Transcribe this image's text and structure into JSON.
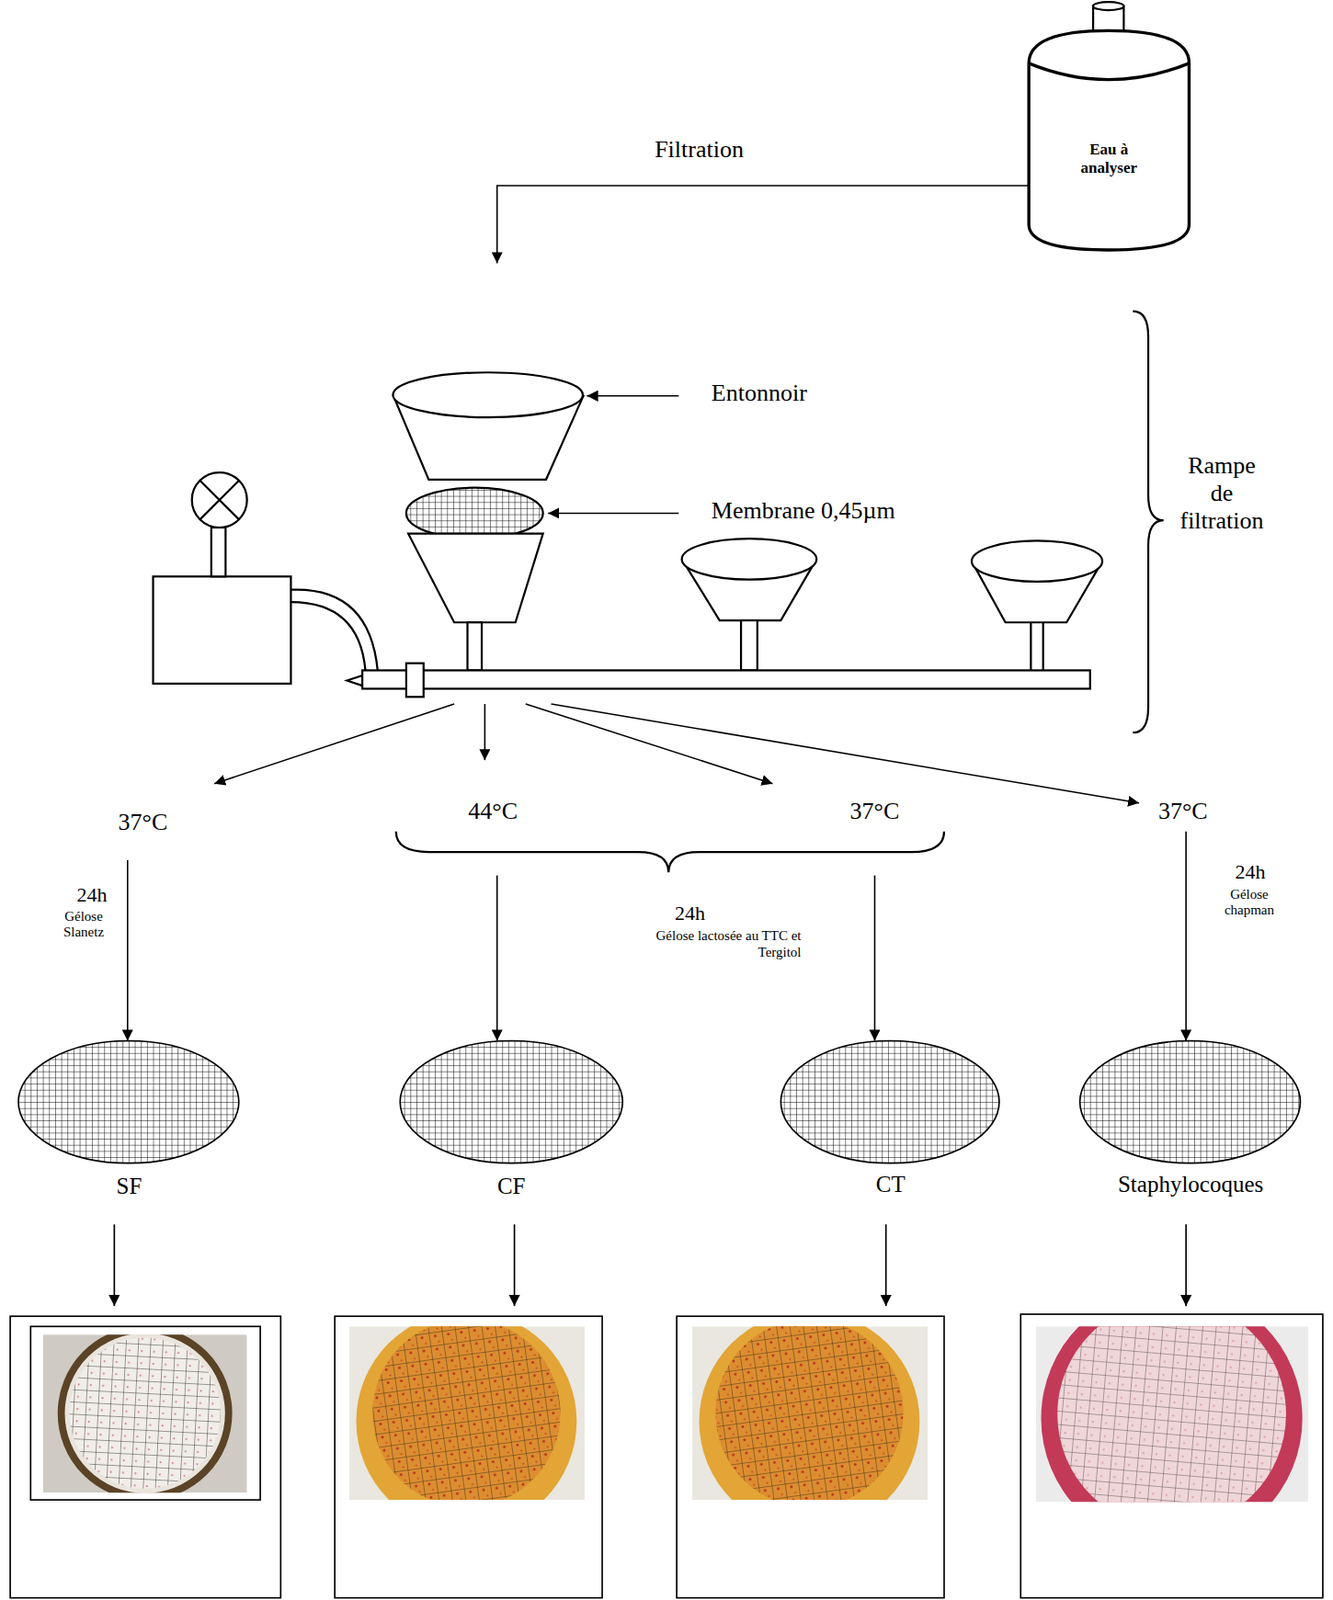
{
  "diagram": {
    "nodes": [
      {
        "text": [
          "Eau à analyser"
        ]
      },
      {
        "text": [
          "Rampe de filtration"
        ]
      },
      {
        "text": [
          "SF"
        ]
      },
      {
        "text": [
          "CF"
        ]
      },
      {
        "text": [
          "CT"
        ]
      },
      {
        "text": [
          "Staphylocoques"
        ]
      }
    ],
    "edges": [
      {
        "from": 0,
        "to": 1,
        "arrow": "to",
        "label": "Filtration"
      },
      {
        "from": 1,
        "to": 2,
        "arrow": "to"
      },
      {
        "from": 1,
        "to": 3,
        "arrow": "to"
      },
      {
        "from": 1,
        "to": 4,
        "arrow": "to"
      },
      {
        "from": 1,
        "to": 5,
        "arrow": "to"
      }
    ],
    "labels": [
      "Entonnoir",
      "Membrane 0,45µm",
      "37°C",
      "44°C",
      "37°C",
      "37°C",
      "24h",
      "Gélose Slanetz",
      "24h",
      "Gélose lactosée au TTC et Tergitol",
      "24h",
      "Gélose chapman"
    ]
  }
}
